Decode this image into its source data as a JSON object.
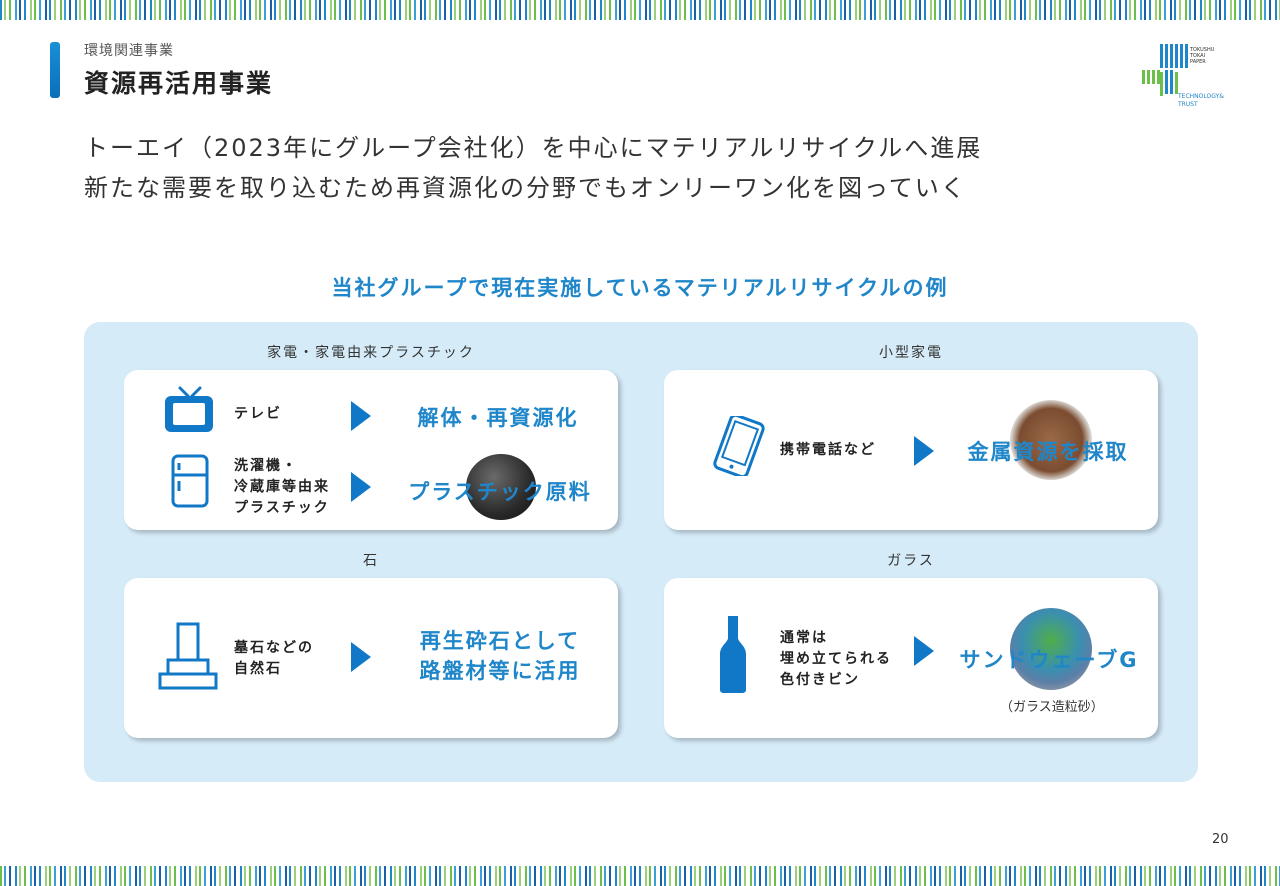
{
  "header": {
    "subtitle": "環境関連事業",
    "title": "資源再活用事業"
  },
  "logo": {
    "line1": "TOKUSHU",
    "line2": "TOKAI",
    "line3": "PAPER",
    "tagline1": "TECHNOLOGY&",
    "tagline2": "TRUST"
  },
  "lead": {
    "line1": "トーエイ（2023年にグループ会社化）を中心にマテリアルリサイクルへ進展",
    "line2": "新たな需要を取り込むため再資源化の分野でもオンリーワン化を図っていく"
  },
  "section_title": "当社グループで現在実施しているマテリアルリサイクルの例",
  "categories": {
    "appliances": "家電・家電由来プラスチック",
    "small": "小型家電",
    "stone": "石",
    "glass": "ガラス"
  },
  "cards": {
    "tv": {
      "label": "テレビ",
      "result": "解体・再資源化",
      "icon": "tv-icon"
    },
    "fridge": {
      "label_l1": "洗濯機・",
      "label_l2": "冷蔵庫等由来",
      "label_l3": "プラスチック",
      "result": "プラスチック原料",
      "icon": "refrigerator-icon"
    },
    "phone": {
      "label": "携帯電話など",
      "result": "金属資源を採取",
      "icon": "smartphone-icon"
    },
    "stone": {
      "label_l1": "墓石などの",
      "label_l2": "自然石",
      "result_l1": "再生砕石として",
      "result_l2": "路盤材等に活用",
      "icon": "gravestone-icon"
    },
    "glass": {
      "label_l1": "通常は",
      "label_l2": "埋め立てられる",
      "label_l3": "色付きビン",
      "result": "サンドウェーブG",
      "note": "（ガラス造粒砂）",
      "icon": "bottle-icon"
    }
  },
  "colors": {
    "accent": "#1f86c9",
    "icon": "#1178c7",
    "panel": "#d5ebf8"
  },
  "page_number": "20"
}
